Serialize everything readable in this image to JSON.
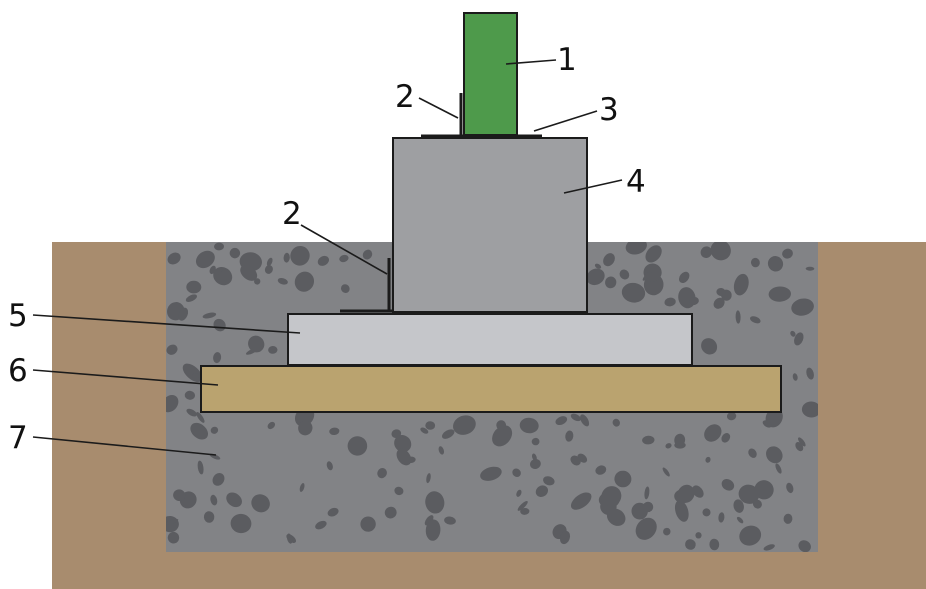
{
  "colors": {
    "soil": "#a88c6e",
    "gravel": "#828386",
    "stone": "#5b5c60",
    "post": "#4e9a4b",
    "block": "#9e9fa2",
    "slab": "#c5c6ca",
    "board": "#baa36f",
    "outline": "#1b1b1b"
  },
  "labels": {
    "l1": "1",
    "l2a": "2",
    "l3": "3",
    "l4": "4",
    "l2b": "2",
    "l5": "5",
    "l6": "6",
    "l7": "7"
  }
}
